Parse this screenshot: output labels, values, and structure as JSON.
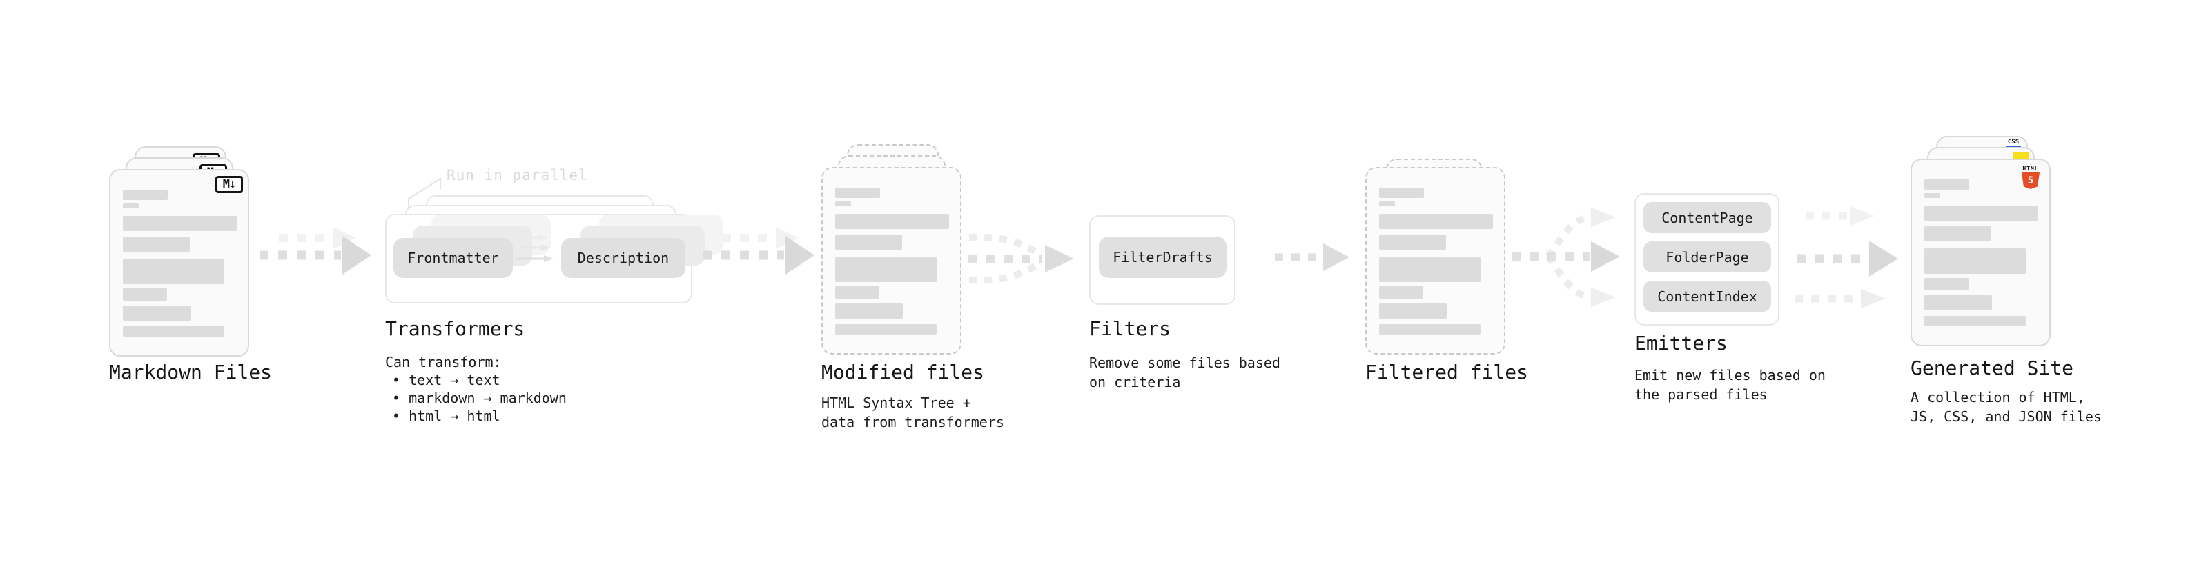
{
  "stages": {
    "markdown": {
      "label": "Markdown Files",
      "badge": "M↓"
    },
    "transformers": {
      "label": "Transformers",
      "annotation": "Run in parallel",
      "box_frontmatter": "Frontmatter",
      "box_description": "Description",
      "desc_heading": "Can transform:",
      "bullets": [
        "• text → text",
        "• markdown → markdown",
        "• html → html"
      ]
    },
    "modified": {
      "label": "Modified files",
      "desc_line1": "HTML Syntax Tree +",
      "desc_line2": "data from transformers"
    },
    "filters": {
      "label": "Filters",
      "box_filterdrafts": "FilterDrafts",
      "desc_line1": "Remove some files based",
      "desc_line2": "on criteria"
    },
    "filtered": {
      "label": "Filtered files"
    },
    "emitters": {
      "label": "Emitters",
      "box_contentpage": "ContentPage",
      "box_folderpage": "FolderPage",
      "box_contentindex": "ContentIndex",
      "desc_line1": "Emit new files based on",
      "desc_line2": "the parsed files"
    },
    "generated": {
      "label": "Generated Site",
      "desc_line1": "A collection of HTML,",
      "desc_line2": "JS, CSS, and JSON files",
      "badge_css": "CSS",
      "badge_html_label": "HTML",
      "badge_html_number": "5"
    }
  },
  "colors": {
    "doc_fill": "#fafafa",
    "doc_border": "#d9d9d9",
    "dashed_border": "#c9c9c9",
    "bar": "#dcdcdc",
    "box_fill": "#e0e0e0",
    "container_border": "#e7e7e7",
    "arrow": "#d9d9d9",
    "arrow_light": "#f0f0f0",
    "annotation_text": "#d9d9d9",
    "text": "#1c1c1c",
    "css_blue": "#2d63e8",
    "js_yellow": "#f7df1e",
    "html_orange": "#e44d26"
  }
}
